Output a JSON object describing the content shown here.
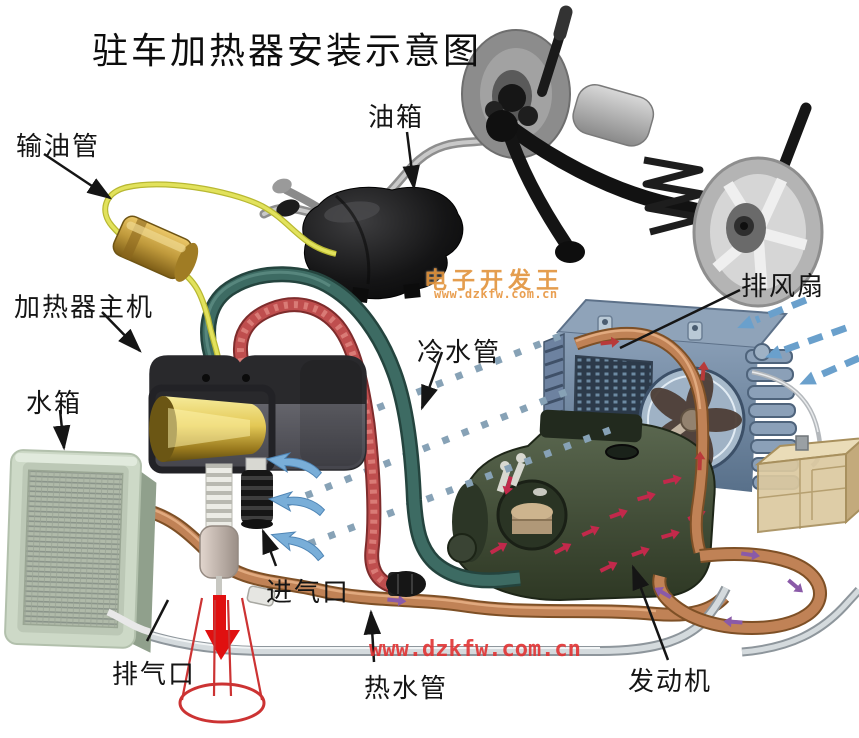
{
  "title": "驻车加热器安装示意图",
  "labels": {
    "fuel_line": "输油管",
    "fuel_tank": "油箱",
    "heater_unit": "加热器主机",
    "water_tank": "水箱",
    "cold_water_pipe": "冷水管",
    "exhaust_fan": "排风扇",
    "air_intake": "进气口",
    "exhaust_outlet": "排气口",
    "hot_water_pipe": "热水管",
    "engine": "发动机"
  },
  "watermarks": {
    "brand": "电子开发王",
    "center_url": "www.dzkfw.com.cn",
    "bottom_url": "www.dzkfw.com.cn"
  },
  "colors": {
    "label_text": "#151515",
    "watermark_orange": "#e2953f",
    "watermark_red": "#e23333",
    "airflow_blue": "#79aed8",
    "air_dot_blue": "#87a2b6",
    "exhaust_arrow_red": "#e01010",
    "fuel_line_yellow": "#e2e25c",
    "hot_hose_red": "#bf4e4e",
    "cold_hose_teal": "#3d6b63",
    "copper_pipe": "#c08256",
    "radiator_green": "#cdd9c7",
    "engine_green": "#49563e",
    "fan_unit_blue": "#8ba0b8",
    "expansion_tank_tan": "#dcc9a0"
  }
}
